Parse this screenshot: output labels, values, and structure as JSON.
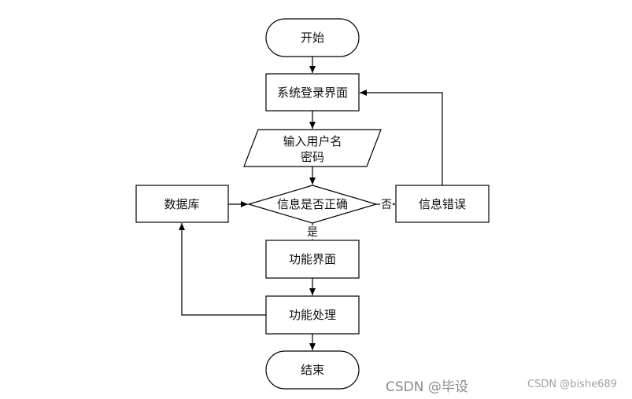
{
  "nodes": {
    "start": "开始",
    "login": "系统登录界面",
    "input_line1": "输入用户名",
    "input_line2": "密码",
    "check": "信息是否正确",
    "database": "数据库",
    "error": "信息错误",
    "function_ui": "功能界面",
    "function_proc": "功能处理",
    "end": "结束"
  },
  "edge_labels": {
    "no": "否",
    "yes": "是"
  },
  "watermarks": {
    "primary": "CSDN @毕设",
    "secondary": "CSDN @bishe689"
  },
  "colors": {
    "stroke": "#000000",
    "fill": "#ffffff",
    "text": "#111111"
  }
}
